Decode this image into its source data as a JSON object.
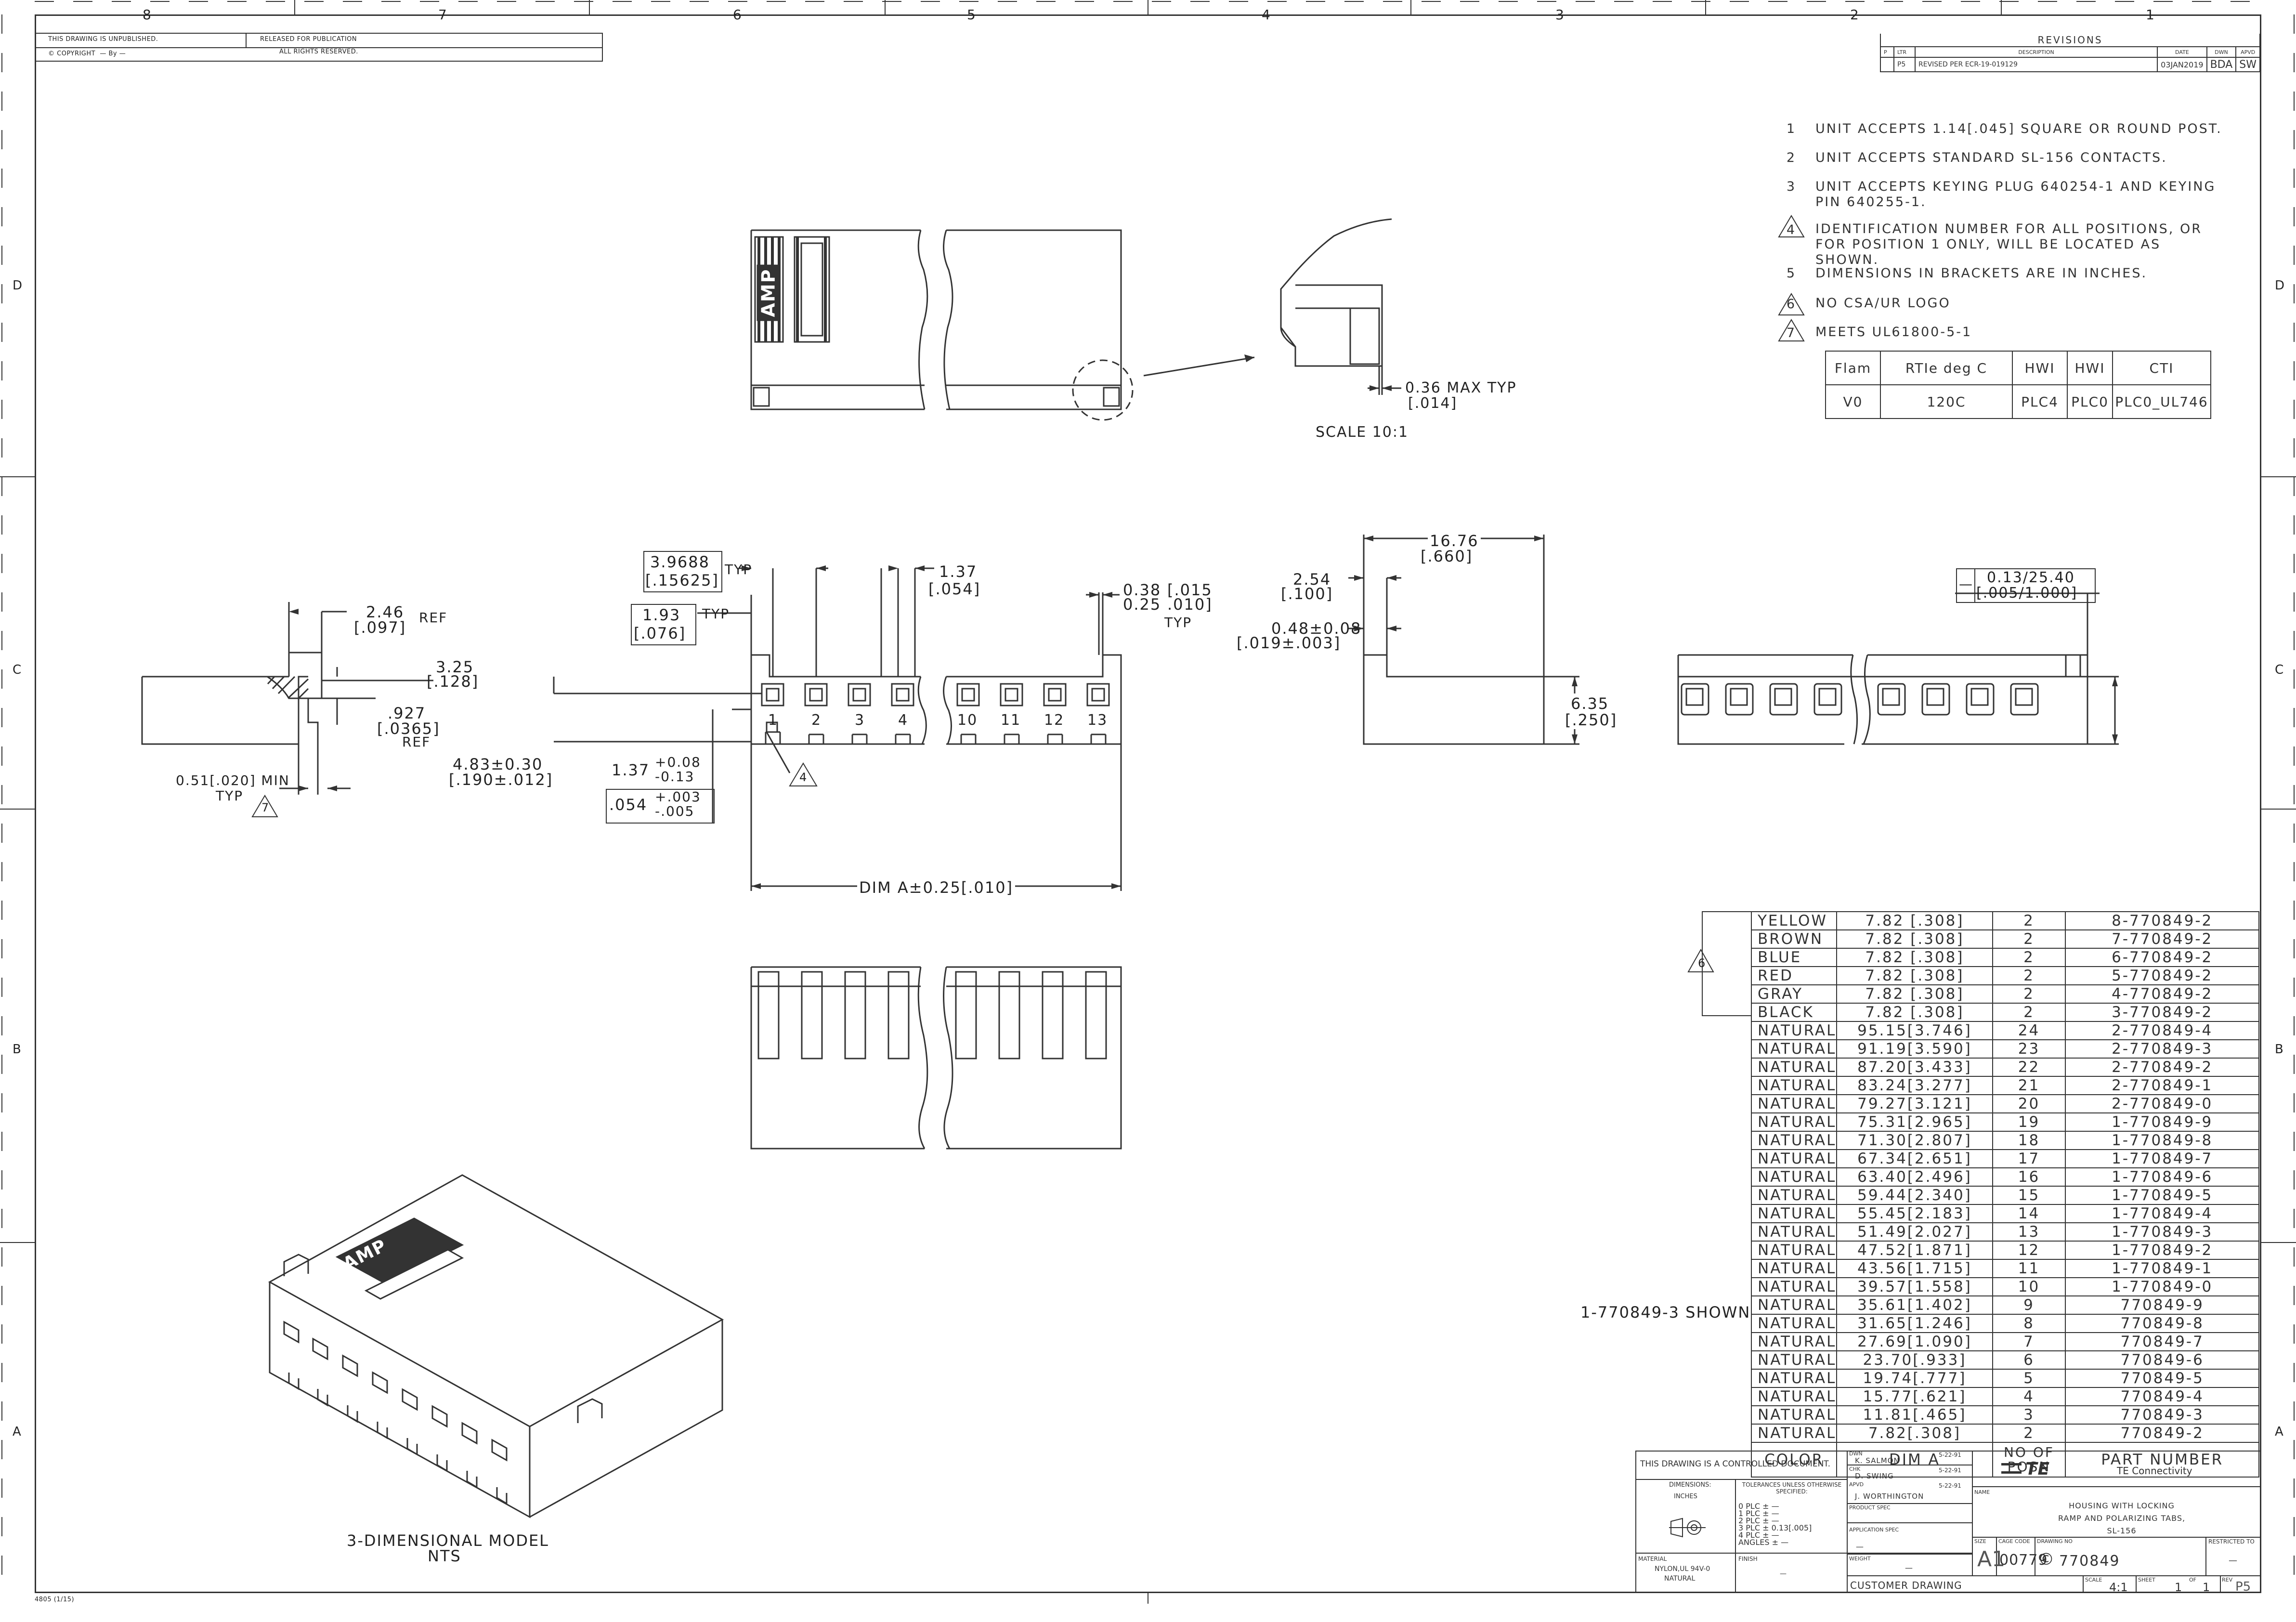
{
  "zone_columns": [
    "8",
    "7",
    "6",
    "5",
    "4",
    "3",
    "2",
    "1"
  ],
  "zone_rows": [
    "D",
    "C",
    "B",
    "A"
  ],
  "header": {
    "unpublished": "THIS DRAWING IS UNPUBLISHED.",
    "copyright": "COPYRIGHT",
    "by": "By",
    "released": "RELEASED FOR PUBLICATION",
    "rights": "ALL RIGHTS RESERVED."
  },
  "revisions": {
    "title": "REVISIONS",
    "headers": [
      "P",
      "LTR",
      "DESCRIPTION",
      "DATE",
      "DWN",
      "APVD"
    ],
    "rows": [
      [
        "",
        "P5",
        "REVISED PER ECR-19-019129",
        "03JAN2019",
        "BDA",
        "SW"
      ]
    ]
  },
  "notes": [
    {
      "num": "1",
      "text": "UNIT ACCEPTS 1.14[.045] SQUARE OR ROUND POST."
    },
    {
      "num": "2",
      "text": "UNIT ACCEPTS STANDARD SL-156 CONTACTS."
    },
    {
      "num": "3",
      "text": "UNIT ACCEPTS KEYING PLUG 640254-1 AND KEYING PIN 640255-1."
    },
    {
      "num": "4",
      "text": "IDENTIFICATION NUMBER FOR ALL POSITIONS, OR FOR POSITION 1 ONLY, WILL BE LOCATED AS SHOWN."
    },
    {
      "num": "5",
      "text": "DIMENSIONS IN BRACKETS ARE IN INCHES."
    },
    {
      "num": "6",
      "text": "NO CSA/UR LOGO"
    },
    {
      "num": "7",
      "text": "MEETS UL61800-5-1"
    }
  ],
  "material_table": {
    "headers": [
      "Flam",
      "RTIe deg C",
      "HWI",
      "HWI",
      "CTI"
    ],
    "row": [
      "V0",
      "120C",
      "PLC4",
      "PLC0",
      "PLC0_UL746"
    ]
  },
  "detail": {
    "max_typ": "0.36 MAX TYP",
    "max_typ_in": "[.014]",
    "scale": "SCALE 10:1"
  },
  "logo_text": "AMP",
  "dims": {
    "d246": "2.46",
    "d246_in": "[.097]",
    "ref": "REF",
    "d325": "3.25",
    "d325_in": "[.128]",
    "d927": ".927",
    "d927_in": "[.0365]",
    "ref2": "REF",
    "d051": "0.51[.020] MIN",
    "typ": "TYP",
    "d483": "4.83±0.30",
    "d483_in": "[.190±.012]",
    "d137b": "1.37",
    "tol_plus": "+0.08",
    "tol_minus": "-0.13",
    "d054": ".054",
    "tol_in_plus": "+.003",
    "tol_in_minus": "-.005",
    "pitch": "3.9688",
    "pitch_in": "[.15625]",
    "typ2": "TYP",
    "d193": "1.93",
    "d193_in": "[.076]",
    "typ3": "TYP",
    "d137": "1.37",
    "d137_in": "[.054]",
    "d038": "0.38",
    "d025": "0.25",
    "d038_in": "[.015",
    "d025_in": ".010]",
    "typ4": "TYP",
    "dimA": "DIM A±0.25[.010]",
    "d1676": "16.76",
    "d1676_in": "[.660]",
    "d254": "2.54",
    "d254_in": "[.100]",
    "d048": "0.48±0.08",
    "d048_in": "[.019±.003]",
    "d635": "6.35",
    "d635_in": "[.250]",
    "tol_box_a": "0.13/25.40",
    "tol_box_b": "[.005/1.000]",
    "tol_box_sym": "—"
  },
  "position_numbers": [
    "1",
    "2",
    "3",
    "4",
    "10",
    "11",
    "12",
    "13"
  ],
  "flag_numbers": {
    "four": "4",
    "six": "6",
    "seven": "7"
  },
  "parts_table": {
    "headers": [
      "COLOR",
      "DIM A",
      "NO OF POSN",
      "PART NUMBER"
    ],
    "rows": [
      [
        "YELLOW",
        "7.82 [.308]",
        "2",
        "8-770849-2"
      ],
      [
        "BROWN",
        "7.82 [.308]",
        "2",
        "7-770849-2"
      ],
      [
        "BLUE",
        "7.82 [.308]",
        "2",
        "6-770849-2"
      ],
      [
        "RED",
        "7.82 [.308]",
        "2",
        "5-770849-2"
      ],
      [
        "GRAY",
        "7.82 [.308]",
        "2",
        "4-770849-2"
      ],
      [
        "BLACK",
        "7.82 [.308]",
        "2",
        "3-770849-2"
      ],
      [
        "NATURAL",
        "95.15[3.746]",
        "24",
        "2-770849-4"
      ],
      [
        "NATURAL",
        "91.19[3.590]",
        "23",
        "2-770849-3"
      ],
      [
        "NATURAL",
        "87.20[3.433]",
        "22",
        "2-770849-2"
      ],
      [
        "NATURAL",
        "83.24[3.277]",
        "21",
        "2-770849-1"
      ],
      [
        "NATURAL",
        "79.27[3.121]",
        "20",
        "2-770849-0"
      ],
      [
        "NATURAL",
        "75.31[2.965]",
        "19",
        "1-770849-9"
      ],
      [
        "NATURAL",
        "71.30[2.807]",
        "18",
        "1-770849-8"
      ],
      [
        "NATURAL",
        "67.34[2.651]",
        "17",
        "1-770849-7"
      ],
      [
        "NATURAL",
        "63.40[2.496]",
        "16",
        "1-770849-6"
      ],
      [
        "NATURAL",
        "59.44[2.340]",
        "15",
        "1-770849-5"
      ],
      [
        "NATURAL",
        "55.45[2.183]",
        "14",
        "1-770849-4"
      ],
      [
        "NATURAL",
        "51.49[2.027]",
        "13",
        "1-770849-3"
      ],
      [
        "NATURAL",
        "47.52[1.871]",
        "12",
        "1-770849-2"
      ],
      [
        "NATURAL",
        "43.56[1.715]",
        "11",
        "1-770849-1"
      ],
      [
        "NATURAL",
        "39.57[1.558]",
        "10",
        "1-770849-0"
      ],
      [
        "NATURAL",
        "35.61[1.402]",
        "9",
        "770849-9"
      ],
      [
        "NATURAL",
        "31.65[1.246]",
        "8",
        "770849-8"
      ],
      [
        "NATURAL",
        "27.69[1.090]",
        "7",
        "770849-7"
      ],
      [
        "NATURAL",
        "23.70[.933]",
        "6",
        "770849-6"
      ],
      [
        "NATURAL",
        "19.74[.777]",
        "5",
        "770849-5"
      ],
      [
        "NATURAL",
        "15.77[.621]",
        "4",
        "770849-4"
      ],
      [
        "NATURAL",
        "11.81[.465]",
        "3",
        "770849-3"
      ],
      [
        "NATURAL",
        "7.82[.308]",
        "2",
        "770849-2"
      ]
    ]
  },
  "shown_label": "1-770849-3 SHOWN",
  "model_label": "3-DIMENSIONAL MODEL",
  "model_sub": "NTS",
  "title_block": {
    "controlled": "THIS DRAWING IS A CONTROLLED DOCUMENT.",
    "dwn_label": "DWN",
    "dwn": "K. SALMON",
    "dwn_date": "5-22-91",
    "chk_label": "CHK",
    "chk": "D. SWING",
    "chk_date": "5-22-91",
    "apvd_label": "APVD",
    "apvd": "J. WORTHINGTON",
    "apvd_date": "5-22-91",
    "product_spec": "PRODUCT SPEC",
    "application_spec": "APPLICATION SPEC",
    "dash": "—",
    "weight": "WEIGHT",
    "dimensions": "DIMENSIONS:",
    "inches": "INCHES",
    "tolerances": "TOLERANCES UNLESS OTHERWISE SPECIFIED:",
    "tol_lines": [
      "0 PLC   ±  —",
      "1 PLC   ±  —",
      "2 PLC   ±  —",
      "3 PLC   ±  0.13[.005]",
      "4 PLC   ±  —",
      "ANGLES  ±  —"
    ],
    "material_label": "MATERIAL",
    "material": "NYLON,UL 94V-0",
    "material_color": "NATURAL",
    "finish_label": "FINISH",
    "finish": "—",
    "company": "TE Connectivity",
    "logo": "TE",
    "name_label": "NAME",
    "name_lines": [
      "HOUSING WITH LOCKING",
      "RAMP AND POLARIZING TABS,",
      "SL-156"
    ],
    "size_label": "SIZE",
    "size": "A1",
    "cage_label": "CAGE CODE",
    "cage": "00779",
    "dwg_label": "DRAWING NO",
    "dwg_no": "770849",
    "restricted_label": "RESTRICTED TO",
    "restricted": "—",
    "customer_drawing": "CUSTOMER DRAWING",
    "scale_label": "SCALE",
    "scale": "4:1",
    "sheet_label": "SHEET",
    "sheet": "1",
    "of_label": "OF",
    "of": "1",
    "rev_label": "REV",
    "rev": "P5"
  },
  "form_no": "4805 (1/15)"
}
